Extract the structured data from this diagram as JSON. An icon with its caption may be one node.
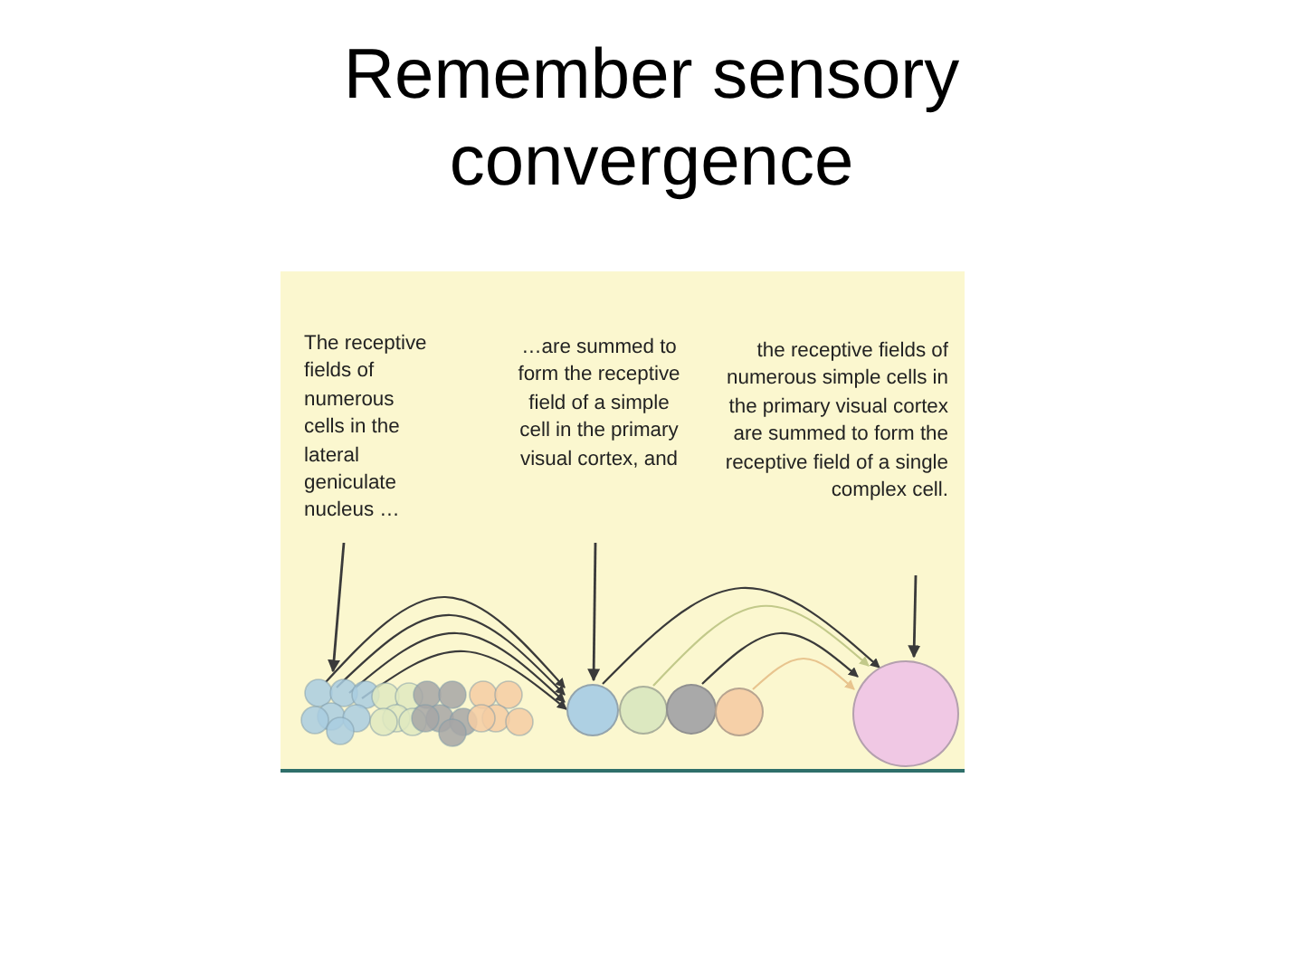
{
  "diagram": {
    "title": "Remember sensory convergence",
    "nodes": [
      {
        "text": [
          "The receptive fields of numerous cells in the lateral geniculate nucleus …"
        ]
      },
      {
        "text": [
          "…are summed to form the receptive field of a simple cell in the primary visual cortex, and"
        ]
      },
      {
        "text": [
          "the receptive fields of numerous simple cells in the primary visual cortex are summed to form the receptive field of a single complex cell."
        ]
      },
      {
        "text": [],
        "shape": "circle"
      },
      {
        "text": [],
        "shape": "circle"
      },
      {
        "text": [],
        "shape": "circle"
      },
      {
        "text": [],
        "shape": "circle"
      },
      {
        "text": [],
        "shape": "circle"
      },
      {
        "text": [],
        "shape": "circle"
      },
      {
        "text": [],
        "shape": "circle"
      },
      {
        "text": [],
        "shape": "circle"
      },
      {
        "text": [],
        "shape": "circle"
      }
    ],
    "edges": [
      {
        "from": 0,
        "to": 3,
        "arrow": "to"
      },
      {
        "from": 1,
        "to": 7,
        "arrow": "to"
      },
      {
        "from": 2,
        "to": 11,
        "arrow": "to"
      },
      {
        "from": 3,
        "to": 7,
        "arrow": "to"
      },
      {
        "from": 3,
        "to": 7,
        "arrow": "to"
      },
      {
        "from": 3,
        "to": 7,
        "arrow": "to"
      },
      {
        "from": 3,
        "to": 7,
        "arrow": "to"
      },
      {
        "from": 7,
        "to": 11,
        "arrow": "to"
      },
      {
        "from": 8,
        "to": 11,
        "arrow": "to",
        "color": "#c2c98a"
      },
      {
        "from": 9,
        "to": 11,
        "arrow": "to"
      },
      {
        "from": 10,
        "to": 11,
        "arrow": "to",
        "color": "#e8c48e"
      }
    ]
  }
}
